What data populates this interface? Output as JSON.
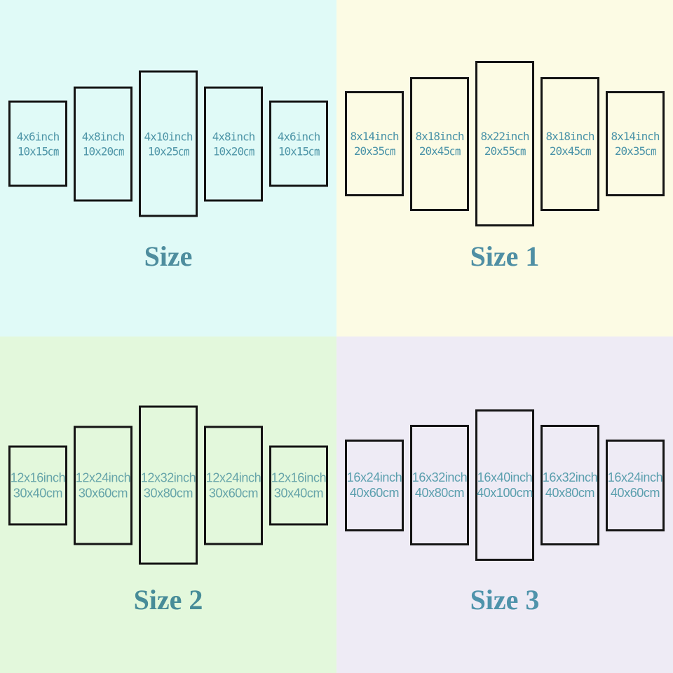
{
  "quadrants": [
    {
      "title": "Size",
      "background": "#e0faf7",
      "panel_text_color": "#4f96a8",
      "title_color": "#4e8d9e",
      "panels": [
        {
          "line1": "4x6inch",
          "line2": "10x15㎝"
        },
        {
          "line1": "4x8inch",
          "line2": "10x20㎝"
        },
        {
          "line1": "4x10inch",
          "line2": "10x25㎝"
        },
        {
          "line1": "4x8inch",
          "line2": "10x20㎝"
        },
        {
          "line1": "4x6inch",
          "line2": "10x15㎝"
        }
      ]
    },
    {
      "title": "Size 1",
      "background": "#fcfbe4",
      "panel_text_color": "#4a93a8",
      "title_color": "#4f8fa4",
      "panels": [
        {
          "line1": "8x14inch",
          "line2": "20x35㎝"
        },
        {
          "line1": "8x18inch",
          "line2": "20x45㎝"
        },
        {
          "line1": "8x22inch",
          "line2": "20x55㎝"
        },
        {
          "line1": "8x18inch",
          "line2": "20x45㎝"
        },
        {
          "line1": "8x14inch",
          "line2": "20x35㎝"
        }
      ]
    },
    {
      "title": "Size 2",
      "background": "#e3f8dc",
      "panel_text_color": "#66a4a9",
      "title_color": "#478c98",
      "panels": [
        {
          "line1": "12x16inch",
          "line2": "30x40cm"
        },
        {
          "line1": "12x24inch",
          "line2": "30x60cm"
        },
        {
          "line1": "12x32inch",
          "line2": "30x80cm"
        },
        {
          "line1": "12x24inch",
          "line2": "30x60cm"
        },
        {
          "line1": "12x16inch",
          "line2": "30x40cm"
        }
      ]
    },
    {
      "title": "Size 3",
      "background": "#eeebf5",
      "panel_text_color": "#5b9fae",
      "title_color": "#4f93ab",
      "panels": [
        {
          "line1": "16x24inch",
          "line2": "40x60cm"
        },
        {
          "line1": "16x32inch",
          "line2": "40x80cm"
        },
        {
          "line1": "16x40inch",
          "line2": "40x100cm"
        },
        {
          "line1": "16x32inch",
          "line2": "40x80cm"
        },
        {
          "line1": "16x24inch",
          "line2": "40x60cm"
        }
      ]
    }
  ]
}
